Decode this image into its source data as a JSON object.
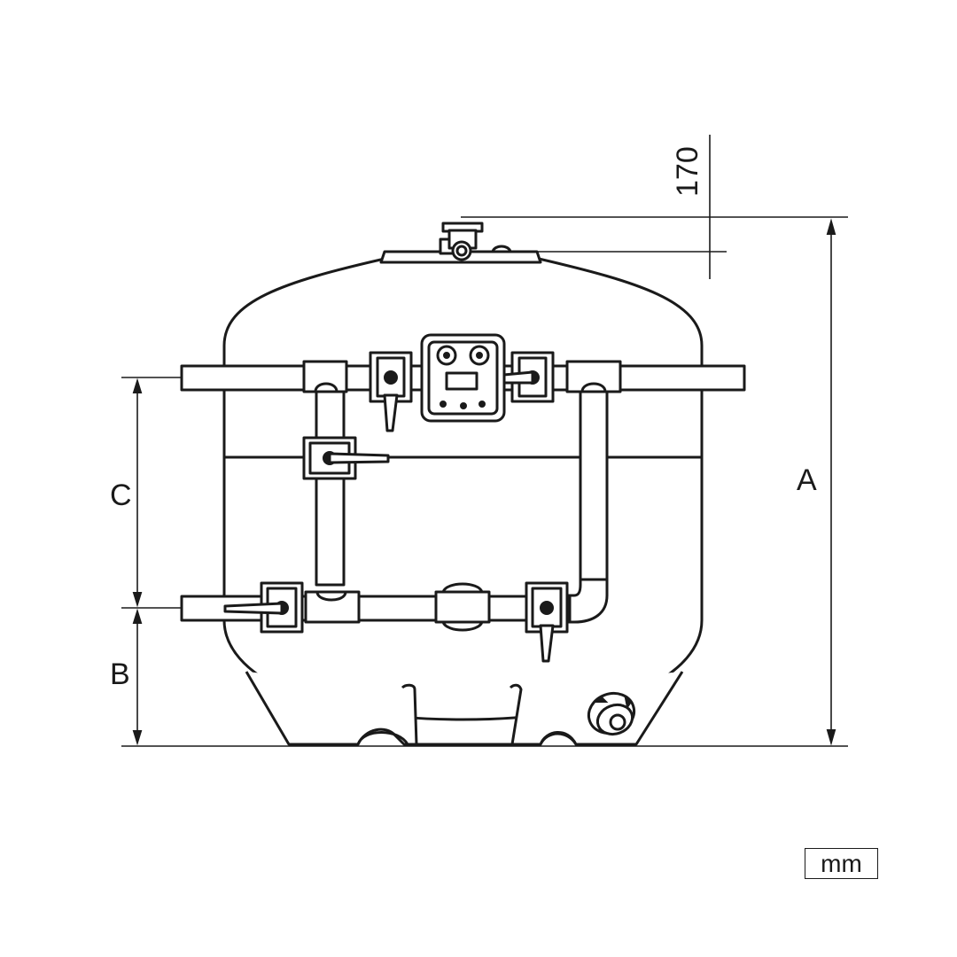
{
  "dimensions": {
    "overall_height_label": "A",
    "bottom_height_label": "B",
    "pipe_spacing_label": "C",
    "top_clearance_value": "170"
  },
  "unit_label": "mm"
}
